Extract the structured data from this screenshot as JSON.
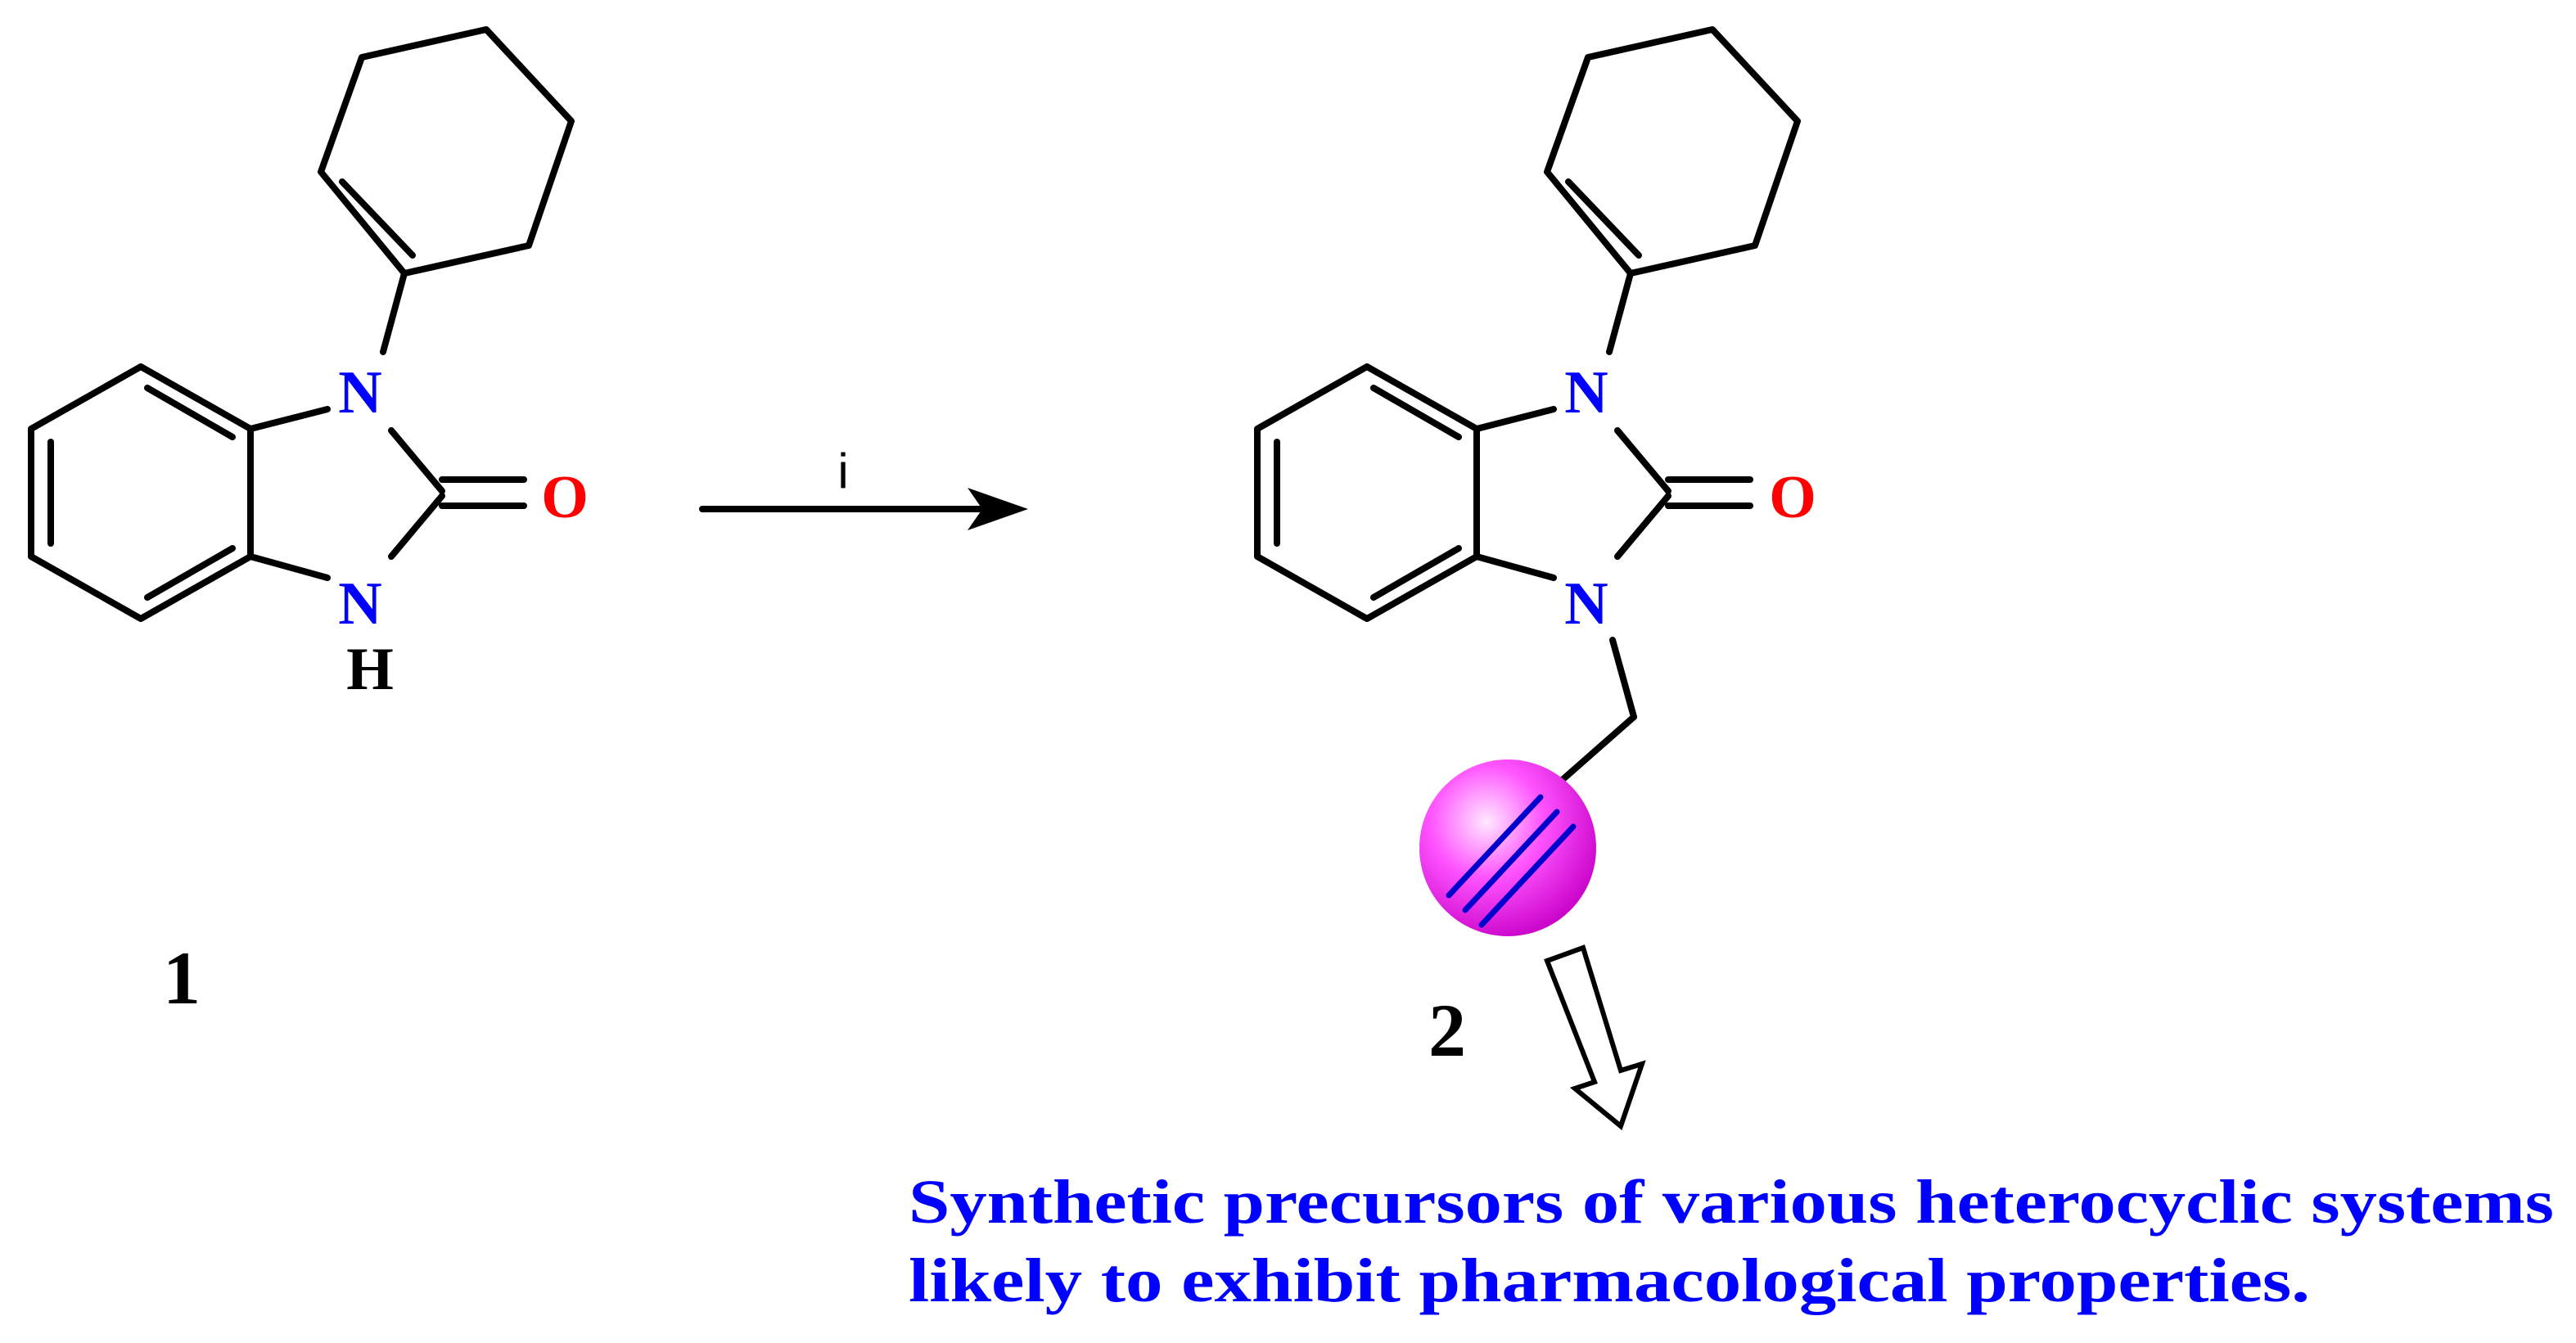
{
  "compound_1": {
    "label": "1",
    "atoms": {
      "n_top": "N",
      "n_bottom": "N",
      "h": "H",
      "o": "O"
    }
  },
  "compound_2": {
    "label": "2",
    "atoms": {
      "n_top": "N",
      "n_bottom": "N",
      "o": "O"
    }
  },
  "reaction": {
    "reagent_label": "i"
  },
  "note": {
    "line1": "Synthetic precursors of various heterocyclic systems",
    "line2": "likely to exhibit pharmacological properties."
  },
  "colors": {
    "bond": "#000000",
    "nitrogen": "#0000ff",
    "oxygen": "#ff0000",
    "hydrogen": "#000000",
    "highlight_sphere": "#ee22ee",
    "triple_bond": "#0000cc",
    "note_text": "#0000ff"
  }
}
